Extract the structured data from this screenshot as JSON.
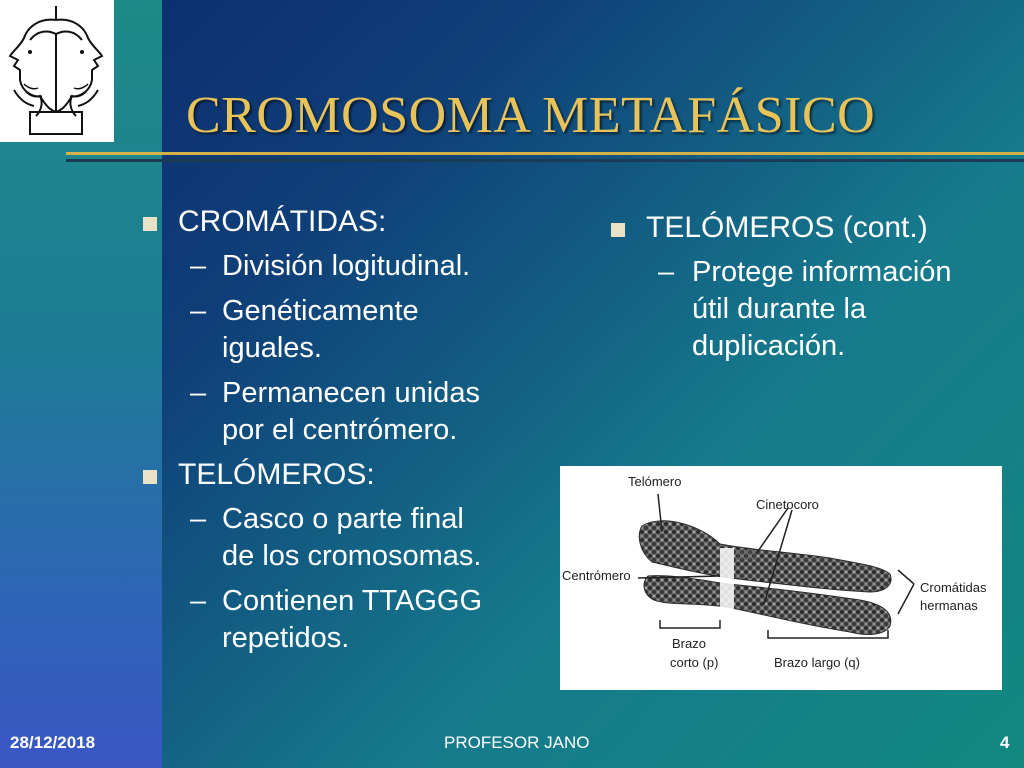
{
  "slide": {
    "title": "CROMOSOMA METAFÁSICO",
    "left_column": [
      {
        "heading": "CROMÁTIDAS:",
        "items": [
          [
            "División logitudinal."
          ],
          [
            "Genéticamente",
            "iguales."
          ],
          [
            "Permanecen unidas",
            "por el centrómero."
          ]
        ]
      },
      {
        "heading": "TELÓMEROS:",
        "items": [
          [
            "Casco o parte final",
            "de los cromosomas."
          ],
          [
            "Contienen TTAGGG",
            "repetidos."
          ]
        ]
      }
    ],
    "right_column": [
      {
        "heading": "TELÓMEROS (cont.)",
        "items": [
          [
            "Protege información",
            "útil durante la",
            "duplicación."
          ]
        ]
      }
    ],
    "figure": {
      "labels": {
        "telomero": "Telómero",
        "cinetocoro": "Cinetocoro",
        "centromero": "Centrómero",
        "cromatidas_1": "Cromátidas",
        "cromatidas_2": "hermanas",
        "brazo_corto_1": "Brazo",
        "brazo_corto_2": "corto (p)",
        "brazo_largo": "Brazo largo (q)"
      }
    },
    "logo_icon": "janus-head-icon",
    "bullet_icon": "square-bullet-icon",
    "dash": "–"
  },
  "footer": {
    "date": "28/12/2018",
    "author": "PROFESOR JANO",
    "slide_number": "4"
  },
  "colors": {
    "title": "#e8c35a",
    "rule_gold": "#d4b24a",
    "text": "#ffffff",
    "bullet": "#e9e2c6"
  }
}
